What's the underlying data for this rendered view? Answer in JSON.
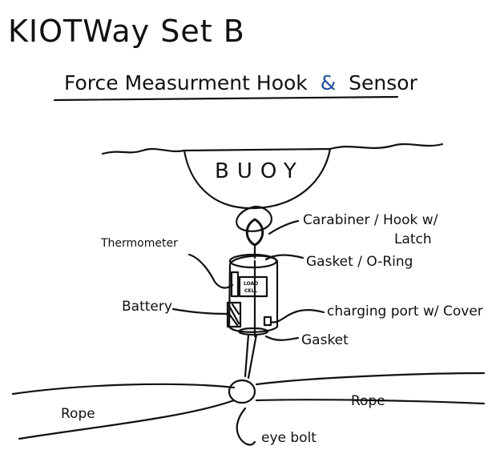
{
  "title": "KIOTWay Set B",
  "subtitle_part1": "Force Measurment Hook",
  "subtitle_amp": "&",
  "subtitle_part2": "Sensor",
  "labels": {
    "buoy": "BUOY",
    "carabiner_line1": "Carabiner / Hook w/",
    "carabiner_line2": "Latch",
    "gasket_oring": "Gasket / O-Ring",
    "thermometer": "Thermometer",
    "battery": "Battery",
    "charging_port": "charging port w/ Cover",
    "gasket": "Gasket",
    "load_cell_line1": "LOAD",
    "load_cell_line2": "CELL",
    "rope_left": "Rope",
    "rope_right": "Rope",
    "eye_bolt": "eye bolt"
  },
  "colors": {
    "ink": "#111111",
    "accent_ampersand": "#1f4e9c",
    "background": "#ffffff"
  }
}
